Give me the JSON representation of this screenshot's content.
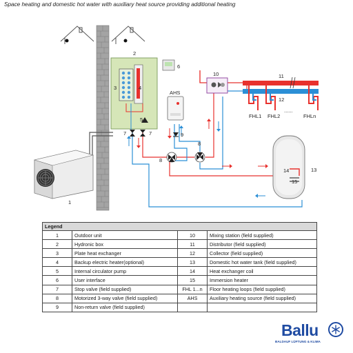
{
  "header": {
    "title": "Space heating and domestic hot water with auxiliary heat source providing additional heating"
  },
  "diagram": {
    "labels": {
      "outdoor_unit": "1",
      "hydronic_box": "2",
      "plate_heat_exchanger": "3",
      "backup_heater": "4",
      "circulator_pump": "5",
      "user_interface": "6",
      "stop_valve_left": "7",
      "stop_valve_right": "7",
      "valve_left": "8",
      "valve_right": "8",
      "non_return_valve": "9",
      "mixing_station": "10",
      "distributor": "11",
      "collector": "12",
      "tank": "13",
      "coil": "14",
      "immersion": "15",
      "ahs": "AHS",
      "fhl1": "FHL1",
      "fhl2": "FHL2",
      "fhln": "FHLn",
      "dots": "......"
    }
  },
  "legend": {
    "title": "Legend",
    "rows": [
      {
        "n1": "1",
        "d1": "Outdoor unit",
        "n2": "10",
        "d2": "Mixing station (field supplied)"
      },
      {
        "n1": "2",
        "d1": "Hydronic box",
        "n2": "11",
        "d2": "Distributor (field supplied)"
      },
      {
        "n1": "3",
        "d1": "Plate heat exchanger",
        "n2": "12",
        "d2": "Collector (field supplied)"
      },
      {
        "n1": "4",
        "d1": "Backup electric heater(optional)",
        "n2": "13",
        "d2": "Domestic hot water tank (field supplied)"
      },
      {
        "n1": "5",
        "d1": "Internal circulator pump",
        "n2": "14",
        "d2": "Heat exchanger coil"
      },
      {
        "n1": "6",
        "d1": "User interface",
        "n2": "15",
        "d2": "Immersion heater"
      },
      {
        "n1": "7",
        "d1": "Stop valve (field supplied)",
        "n2": "FHL 1...n",
        "d2": "Floor heating loops (field supplied)"
      },
      {
        "n1": "8",
        "d1": "Motorized 3-way valve (field supplied)",
        "n2": "AHS",
        "d2": "Auxiliary heating source (field supplied)"
      },
      {
        "n1": "9",
        "d1": "Non-return valve (field supplied)",
        "n2": "",
        "d2": ""
      }
    ]
  },
  "logo": {
    "brand": "Ballu",
    "tagline": "BALDAUF LÜFTUNG & KLIMA"
  },
  "colors": {
    "hot": "#e8312d",
    "cold": "#2b8fd6",
    "wall": "#9a9a9a",
    "box": "#d6e6b8",
    "brand": "#1f4ba2"
  }
}
